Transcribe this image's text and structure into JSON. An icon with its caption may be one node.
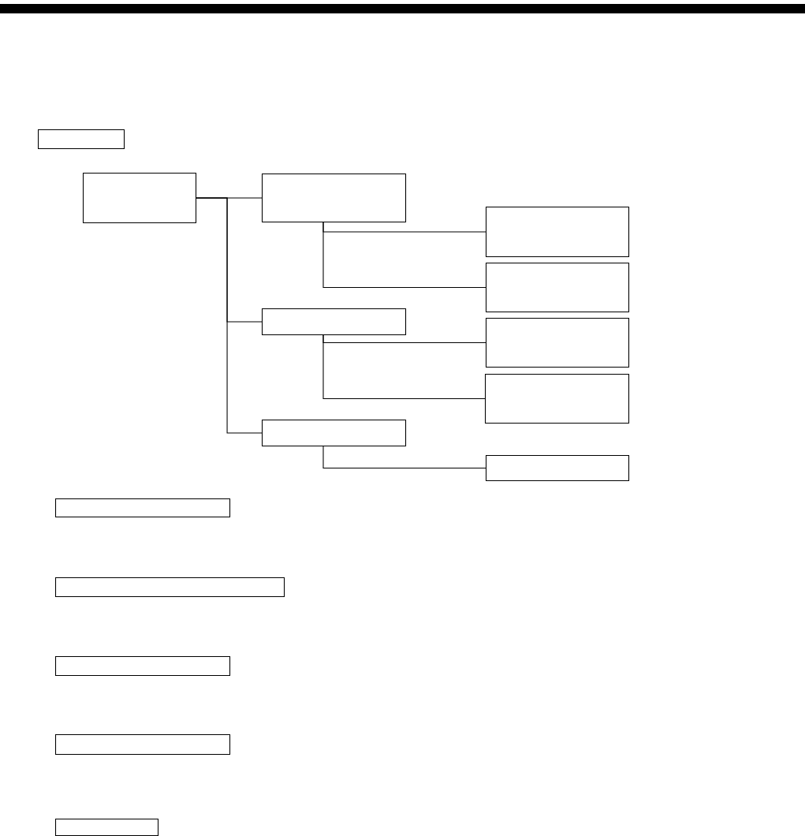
{
  "diagram": {
    "nodes": [
      {
        "text": [],
        "shape": "box"
      },
      {
        "text": [],
        "shape": "box"
      },
      {
        "text": [],
        "shape": "box"
      },
      {
        "text": [],
        "shape": "box"
      },
      {
        "text": [],
        "shape": "box"
      },
      {
        "text": [],
        "shape": "box"
      },
      {
        "text": [],
        "shape": "box"
      },
      {
        "text": [],
        "shape": "box"
      },
      {
        "text": [],
        "shape": "box"
      },
      {
        "text": [],
        "shape": "box"
      },
      {
        "text": [],
        "shape": "box"
      },
      {
        "text": [],
        "shape": "box"
      },
      {
        "text": [],
        "shape": "box"
      },
      {
        "text": [],
        "shape": "box"
      },
      {
        "text": [],
        "shape": "box"
      }
    ],
    "edges": [
      {
        "from": 1,
        "to": 2,
        "arrow": "none"
      },
      {
        "from": 1,
        "to": 5,
        "arrow": "none"
      },
      {
        "from": 1,
        "to": 8,
        "arrow": "none"
      },
      {
        "from": 2,
        "to": 3,
        "arrow": "none"
      },
      {
        "from": 2,
        "to": 4,
        "arrow": "none"
      },
      {
        "from": 5,
        "to": 6,
        "arrow": "none"
      },
      {
        "from": 5,
        "to": 7,
        "arrow": "none"
      },
      {
        "from": 8,
        "to": 9,
        "arrow": "none"
      }
    ]
  }
}
